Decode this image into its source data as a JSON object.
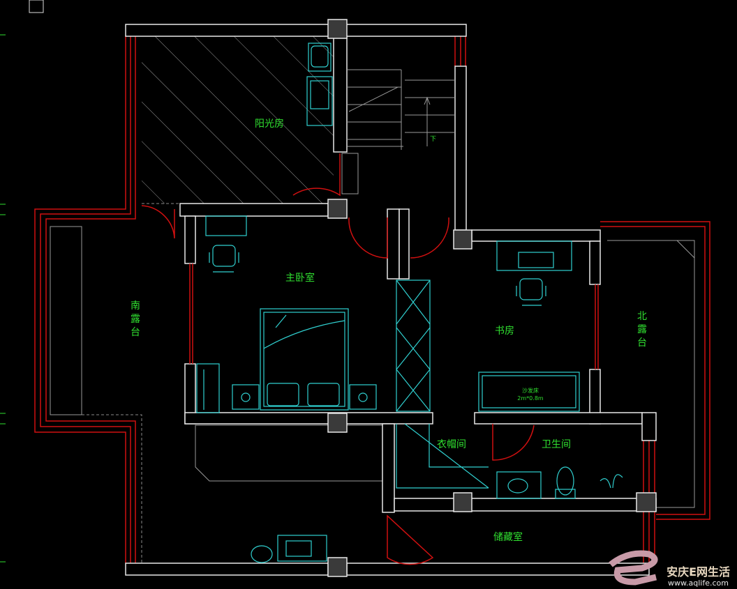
{
  "title": "二层平面布置图",
  "rooms": {
    "sunroom": "阳光房",
    "master_bedroom": "主卧室",
    "south_terrace": "南露台",
    "study": "书房",
    "north_terrace": "北露台",
    "cloakroom": "衣帽间",
    "bathroom": "卫生间",
    "storage": "储藏室"
  },
  "stair_direction": "下",
  "sofa_bed": {
    "name": "沙发床",
    "size": "2m*0.8m"
  },
  "watermark": {
    "brand": "安庆E网生活",
    "url": "www.aqlife.com"
  },
  "colors": {
    "wall": "#e8e8e8",
    "window": "#d01010",
    "furniture": "#30d0d0",
    "text": "#30e030"
  }
}
